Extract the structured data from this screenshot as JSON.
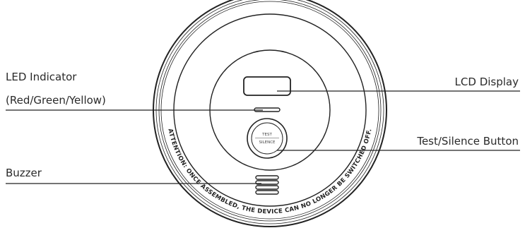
{
  "labels": {
    "led_line1": "LED Indicator",
    "led_line2": "(Red/Green/Yellow)",
    "buzzer": "Buzzer",
    "lcd": "LCD Display",
    "test_button": "Test/Silence Button"
  },
  "button": {
    "top": "TEST",
    "bottom": "SILENCE"
  },
  "ring_text": "ATTENTION: ONCE ASSEMBLED, THE DEVICE CAN NO LONGER BE SWITCHED OFF.",
  "colors": {
    "stroke": "#222222",
    "text": "#2a2a2a",
    "background": "#ffffff"
  }
}
